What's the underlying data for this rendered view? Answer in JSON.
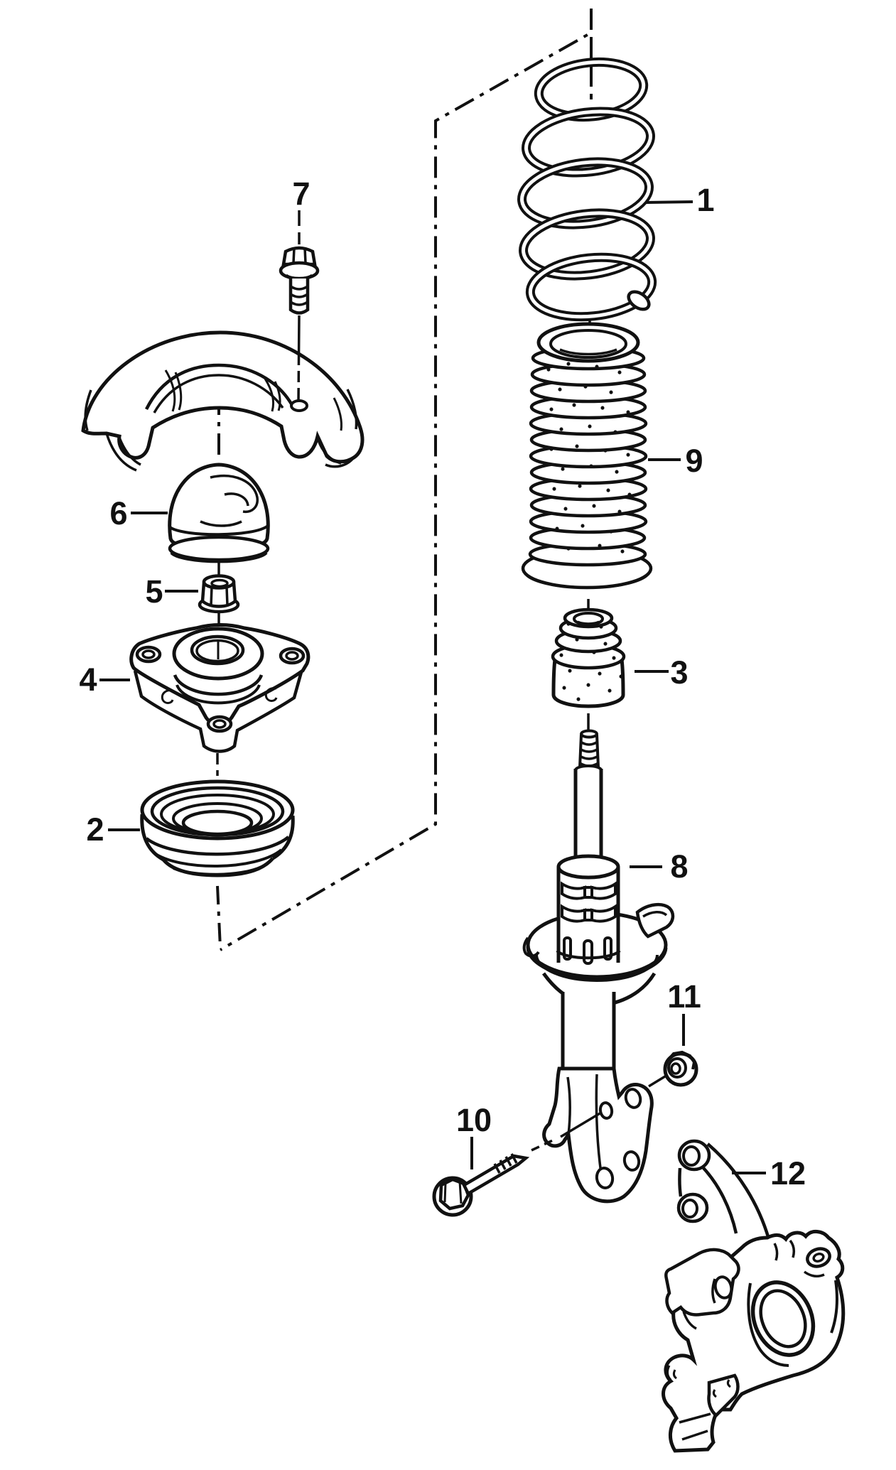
{
  "diagram": {
    "background_color": "#ffffff",
    "line_color": "#111111",
    "callouts": [
      {
        "number": "1",
        "part": "coil-spring"
      },
      {
        "number": "2",
        "part": "strut-bearing"
      },
      {
        "number": "3",
        "part": "bump-stop"
      },
      {
        "number": "4",
        "part": "strut-mount"
      },
      {
        "number": "5",
        "part": "self-locking-nut"
      },
      {
        "number": "6",
        "part": "protective-cap"
      },
      {
        "number": "7",
        "part": "mount-bolt"
      },
      {
        "number": "8",
        "part": "suspension-strut"
      },
      {
        "number": "9",
        "part": "protective-boot"
      },
      {
        "number": "10",
        "part": "clamp-bolt"
      },
      {
        "number": "11",
        "part": "hex-nut"
      },
      {
        "number": "12",
        "part": "steering-knuckle"
      }
    ]
  }
}
